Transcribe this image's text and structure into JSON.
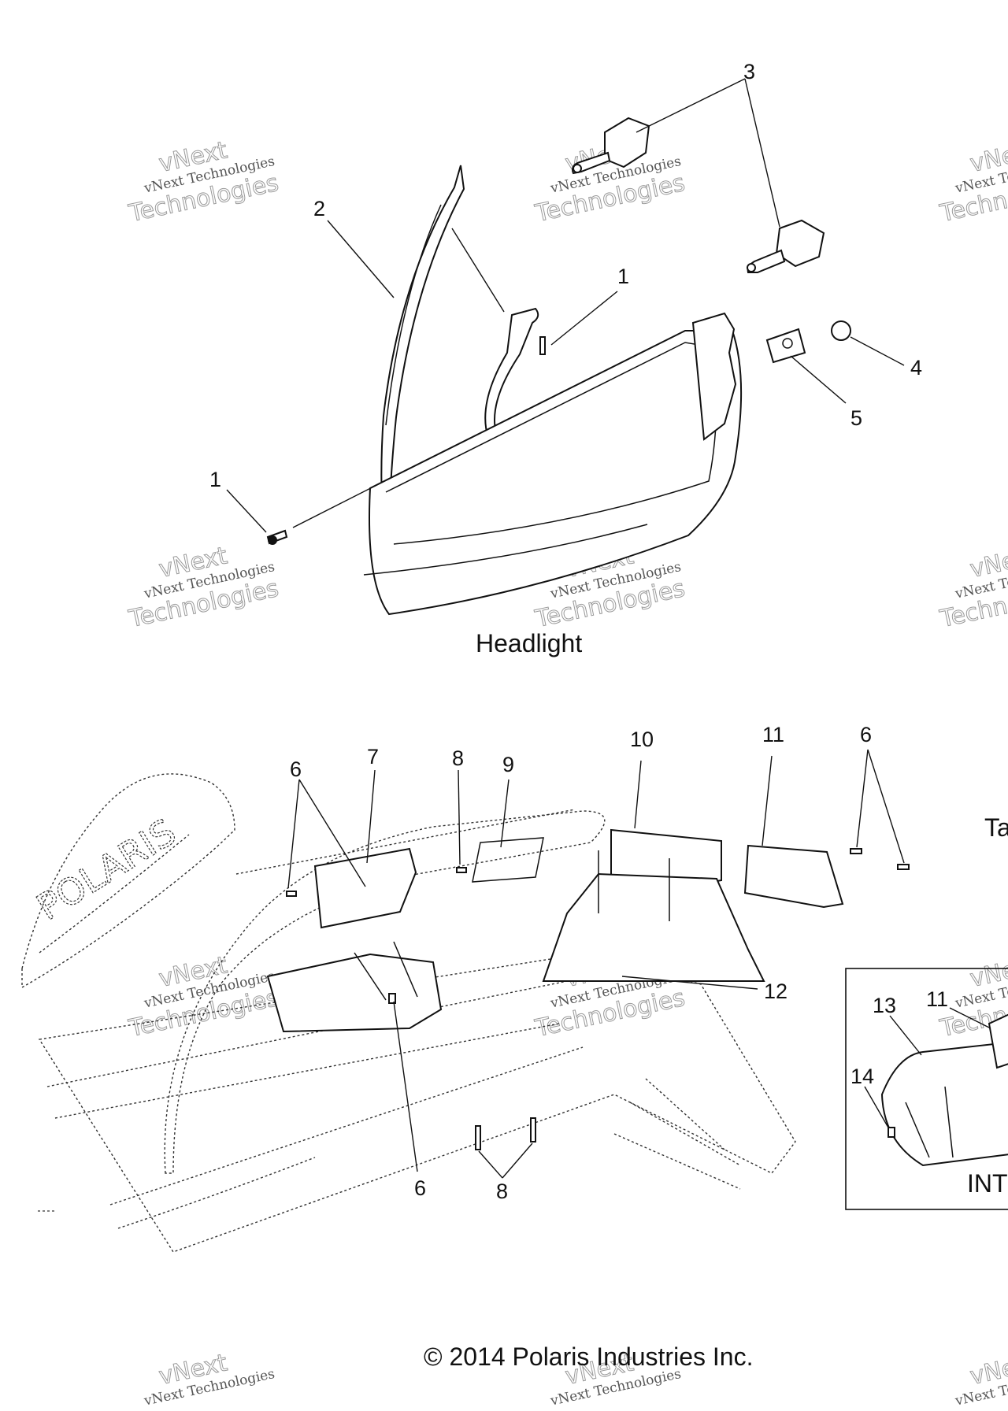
{
  "diagram": {
    "section_top_title": "Headlight",
    "section_bottom_title_partial": "Ta",
    "inset_title_partial": "INT",
    "brand_on_seat": "POLARIS",
    "copyright": "© 2014 Polaris Industries Inc.",
    "watermark": {
      "line1": "vNext Technologies",
      "line2": "Technologies",
      "line3": "vNext"
    },
    "callouts": {
      "c1a": "1",
      "c1b": "1",
      "c2": "2",
      "c3": "3",
      "c4": "4",
      "c5": "5",
      "c6a": "6",
      "c6b": "6",
      "c6c": "6",
      "c7": "7",
      "c8a": "8",
      "c8b": "8",
      "c9": "9",
      "c10": "10",
      "c11a": "11",
      "c11b": "11",
      "c12": "12",
      "c13": "13",
      "c14": "14"
    }
  }
}
